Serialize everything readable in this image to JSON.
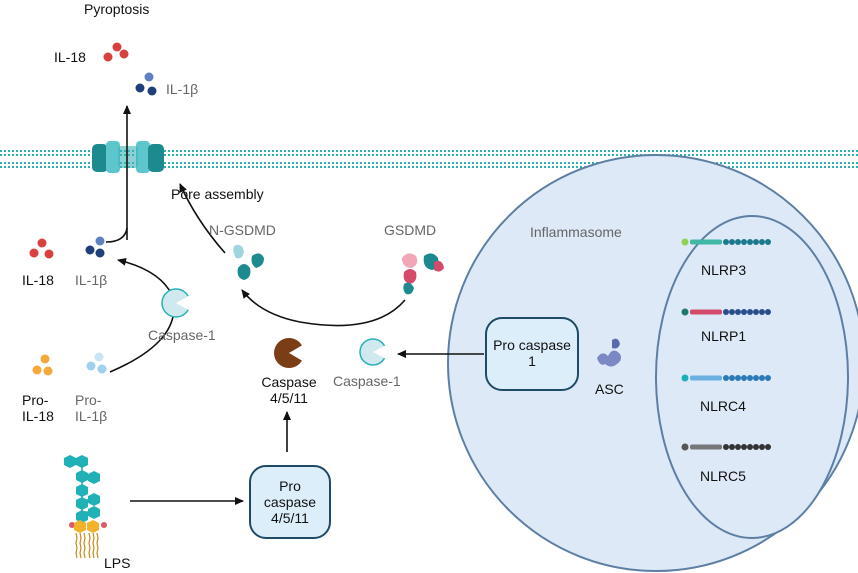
{
  "colors": {
    "membrane": "#2ab0b5",
    "inflammasome_fill": "#dde9f7",
    "inflammasome_stroke": "#5d7fa3",
    "pro_box_fill": "#ddeefb",
    "pro_box_stroke": "#1f4a66",
    "caspase_dark": "#7a3d15",
    "caspase_light": "#cfe9ee",
    "il18": "#d8403e",
    "il1b": "#1e3f7a",
    "pro_il18": "#f4a93a",
    "pro_il1b": "#9fd0ec",
    "teal": "#1c8a8f"
  },
  "labels": {
    "pyroptosis": "Pyroptosis",
    "il18_top": "IL-18",
    "il1b_top": "IL-1β",
    "pore_assembly": "Pore assembly",
    "n_gsdmd": "N-GSDMD",
    "gsdmd": "GSDMD",
    "inflammasome": "Inflammasome",
    "il18_mid": "IL-18",
    "il1b_mid": "IL-1β",
    "caspase1_left": "Caspase-1",
    "caspase1_right": "Caspase-1",
    "caspase_4511": "Caspase 4/5/11",
    "pro_il18": "Pro-IL-18",
    "pro_il1b": "Pro-IL-1β",
    "pro_caspase_1": "Pro caspase 1",
    "asc": "ASC",
    "pro_caspase_4511": "Pro caspase 4/5/11",
    "lps": "LPS",
    "nlrp3": "NLRP3",
    "nlrp1": "NLRP1",
    "nlrc4": "NLRC4",
    "nlrc5": "NLRC5"
  },
  "icons": [
    "membrane-pore-icon",
    "caspase-pacman-icon",
    "gsdmd-protein-icon",
    "lps-molecule-icon",
    "asc-adaptor-icon",
    "nlr-domain-icon"
  ]
}
